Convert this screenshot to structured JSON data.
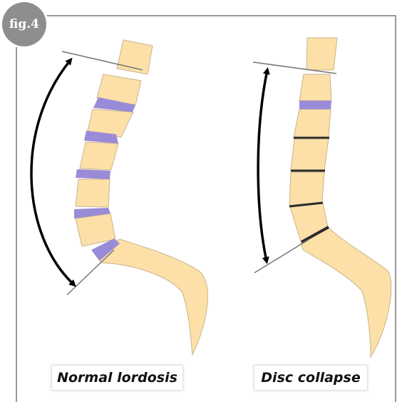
{
  "figure": {
    "badge": "fig.4",
    "labels": {
      "left": "Normal lordosis",
      "right": "Disc collapse"
    }
  },
  "colors": {
    "vertebra": "#fce0a8",
    "vertebra_outline": "#c9b48a",
    "healthy_disc": "#9a8bd8",
    "collapsed_disc": "#2b2b2b",
    "arrow": "#000000",
    "reference_line": "#777777",
    "frame": "#9a9a9a",
    "badge": "#8e8e8e"
  }
}
